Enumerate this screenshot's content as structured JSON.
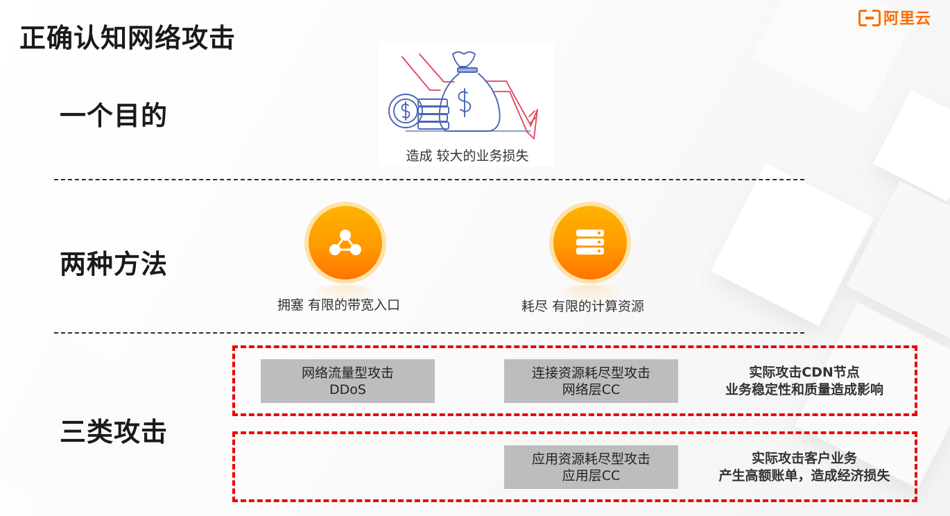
{
  "slide": {
    "title": "正确认知网络攻击",
    "logo": {
      "icon": "aliyun-bracket-logo-icon",
      "text": "阿里云",
      "color": "#ff6a00"
    }
  },
  "sections": [
    {
      "heading": "一个目的",
      "illustration": {
        "icon": "money-bag-loss-icon",
        "caption": "造成 较大的业务损失"
      }
    },
    {
      "heading": "两种方法",
      "methods": [
        {
          "icon": "network-nodes-icon",
          "caption": "拥塞 有限的带宽入口"
        },
        {
          "icon": "server-stack-icon",
          "caption": "耗尽 有限的计算资源"
        }
      ]
    },
    {
      "heading": "三类攻击",
      "groups": [
        {
          "attacks": [
            {
              "line1": "网络流量型攻击",
              "line2": "DDoS"
            },
            {
              "line1": "连接资源耗尽型攻击",
              "line2": "网络层CC"
            }
          ],
          "impact": {
            "line1": "实际攻击CDN节点",
            "line2": "业务稳定性和质量造成影响"
          }
        },
        {
          "attacks": [
            {
              "line1": "应用资源耗尽型攻击",
              "line2": "应用层CC"
            }
          ],
          "impact": {
            "line1": "实际攻击客户业务",
            "line2": "产生高额账单，造成经济损失"
          }
        }
      ]
    }
  ],
  "colors": {
    "accent_orange": "#ff9a00",
    "dashed_red": "#ee0000",
    "attack_box_gray": "#bdbdbd",
    "text_dark": "#1a1a1a"
  }
}
